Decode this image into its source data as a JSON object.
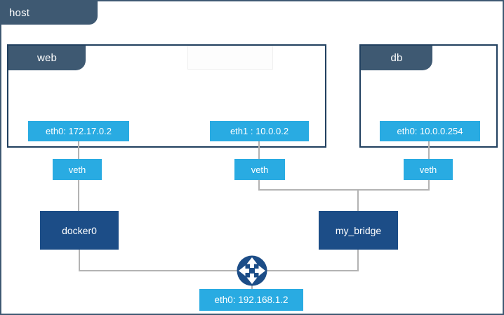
{
  "host": {
    "label": "host",
    "interface_label": "eth0: 192.168.1.2"
  },
  "containers": {
    "web": {
      "label": "web",
      "eth0": "eth0: 172.17.0.2",
      "eth1": "eth1 : 10.0.0.2"
    },
    "db": {
      "label": "db",
      "eth0": "eth0: 10.0.0.254"
    }
  },
  "veths": [
    "veth",
    "veth",
    "veth"
  ],
  "bridges": {
    "docker0": "docker0",
    "my_bridge": "my_bridge"
  },
  "icons": {
    "router": "router-arrows-icon"
  },
  "colors": {
    "accent_blue": "#29abe2",
    "dark_navy": "#1c4d87",
    "slate_tab": "#3e5972",
    "container_border": "#21405f",
    "connector_gray": "#b3b3b3"
  }
}
